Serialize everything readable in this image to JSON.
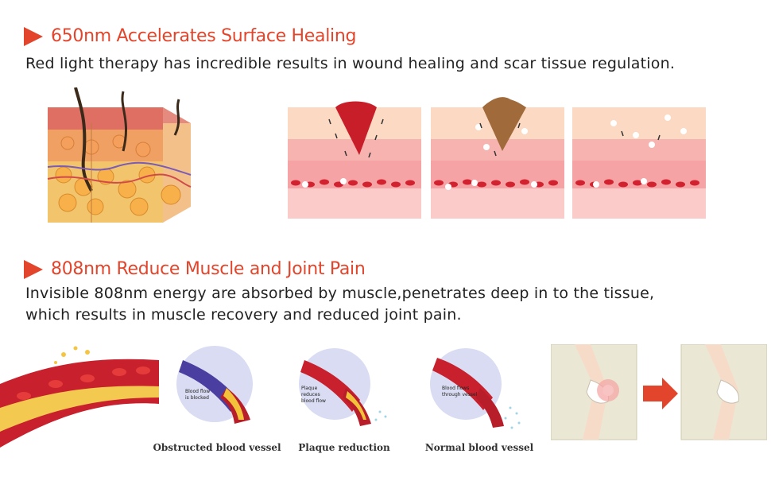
{
  "section1": {
    "title": "650nm Accelerates Surface Healing",
    "description": "Red light therapy has incredible results in wound healing and scar tissue regulation."
  },
  "section2": {
    "title": "808nm Reduce Muscle and Joint Pain",
    "description_line1": "Invisible 808nm energy are absorbed by muscle,penetrates deep in to the tissue,",
    "description_line2": "which results in muscle recovery and reduced joint pain.",
    "vessels": [
      {
        "inset_label_1": "Blood flow",
        "inset_label_2": "is blocked",
        "caption": "Obstructed blood vessel"
      },
      {
        "inset_label_1": "Plaque",
        "inset_label_2": "reduces",
        "inset_label_3": "blood flow",
        "caption": "Plaque reduction"
      },
      {
        "inset_label_1": "Blood flows",
        "inset_label_2": "through vessel",
        "caption": "Normal blood vessel"
      }
    ]
  },
  "colors": {
    "accent": "#e2452b",
    "skin_top": "#f9d3b6",
    "skin_mid": "#f5a9a3",
    "blood": "#d2222f"
  }
}
